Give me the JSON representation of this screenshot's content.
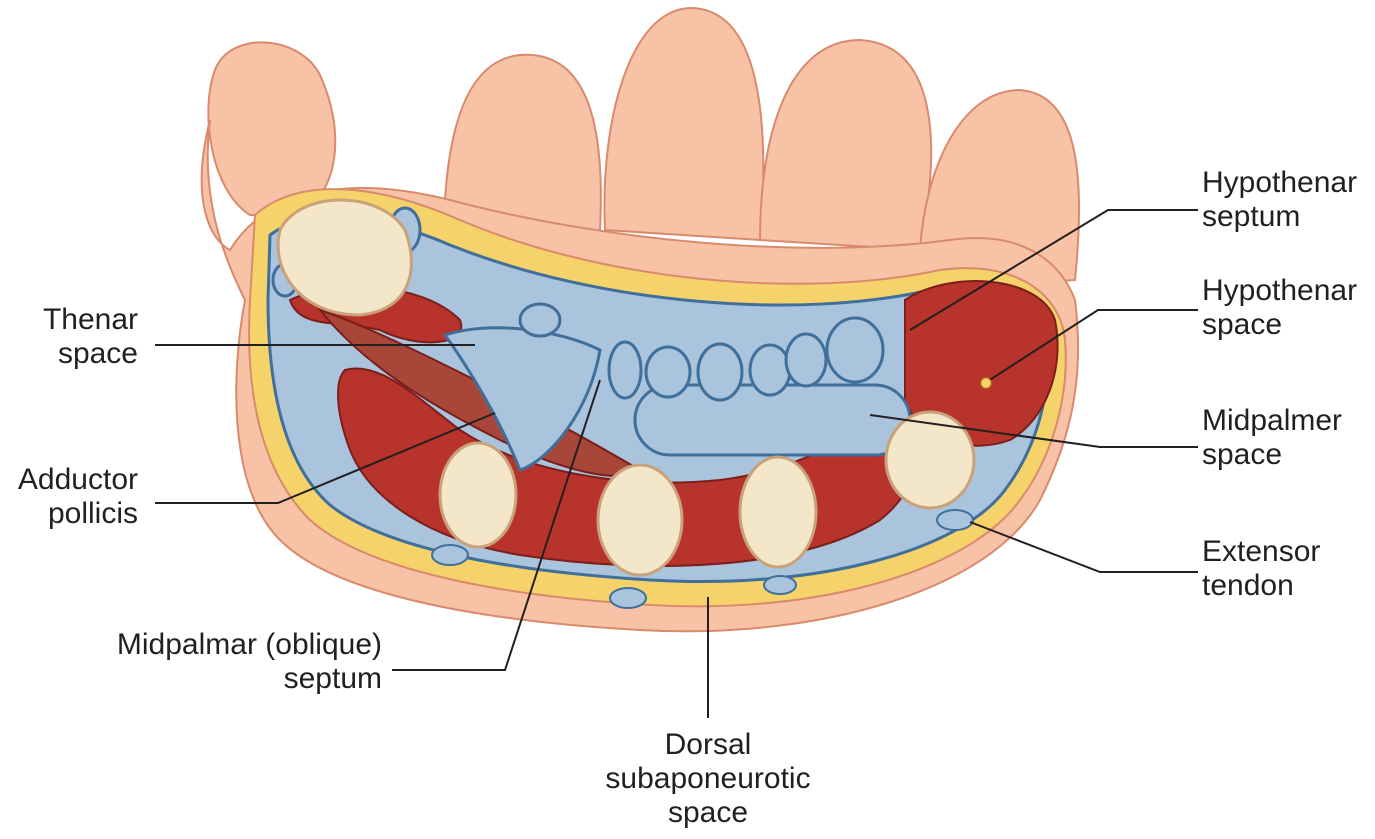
{
  "title": "Cross-section of the hand showing palmar spaces",
  "labels": {
    "hypothenar_septum": [
      "Hypothenar",
      "septum"
    ],
    "hypothenar_space": [
      "Hypothenar",
      "space"
    ],
    "midpalmer_space": [
      "Midpalmer",
      "space"
    ],
    "extensor_tendon": [
      "Extensor",
      "tendon"
    ],
    "thenar_space": [
      "Thenar",
      "space"
    ],
    "adductor_pollicis": [
      "Adductor",
      "pollicis"
    ],
    "midpalmar_septum": [
      "Midpalmar (oblique)",
      "septum"
    ],
    "dorsal_space": [
      "Dorsal",
      "subaponeurotic",
      "space"
    ]
  },
  "colors": {
    "skin": "#f7c2a6",
    "skin_outline": "#d98a6c",
    "fat": "#f6d36a",
    "fascia": "#a9c4dc",
    "fascia_outline": "#3f6f9a",
    "muscle": "#b8332b",
    "bone": "#f4e6c8",
    "line": "#231f20"
  }
}
